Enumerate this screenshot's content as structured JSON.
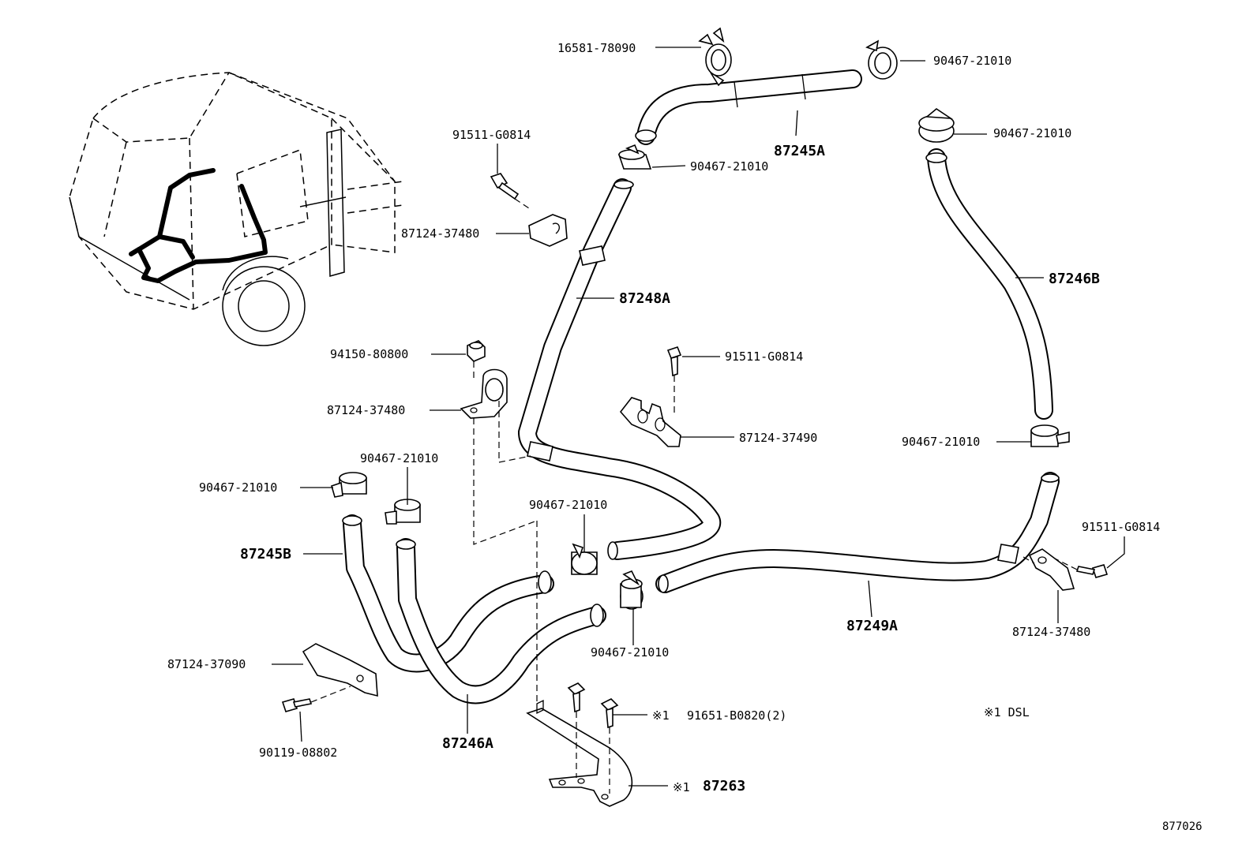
{
  "labels": {
    "p16581_78090": "16581-78090",
    "p90467_top_right": "90467-21010",
    "p87245a": "87245A",
    "p90467_right_clamp": "90467-21010",
    "p91511_top": "91511-G0814",
    "p90467_upper_mid": "90467-21010",
    "p87124_37480_upper": "87124-37480",
    "p87246b": "87246B",
    "p87248a": "87248A",
    "p94150_80800": "94150-80800",
    "p91511_mid": "91511-G0814",
    "p87124_37480_mid": "87124-37480",
    "p87124_37490": "87124-37490",
    "p90467_left_mid": "90467-21010",
    "p90467_left": "90467-21010",
    "p90467_right_lower": "90467-21010",
    "p90467_center": "90467-21010",
    "p91511_right": "91511-G0814",
    "p87245b": "87245B",
    "p87249a": "87249A",
    "p87124_37480_right": "87124-37480",
    "p90467_bottom": "90467-21010",
    "p87124_37090": "87124-37090",
    "note_mark_bolt": "※1",
    "p91651_b0820": "91651-B0820(2)",
    "note_dsl": "※1 DSL",
    "p90119_08802": "90119-08802",
    "p87246a": "87246A",
    "note_mark_bracket": "※1",
    "p87263": "87263",
    "diagram_id": "877026"
  }
}
